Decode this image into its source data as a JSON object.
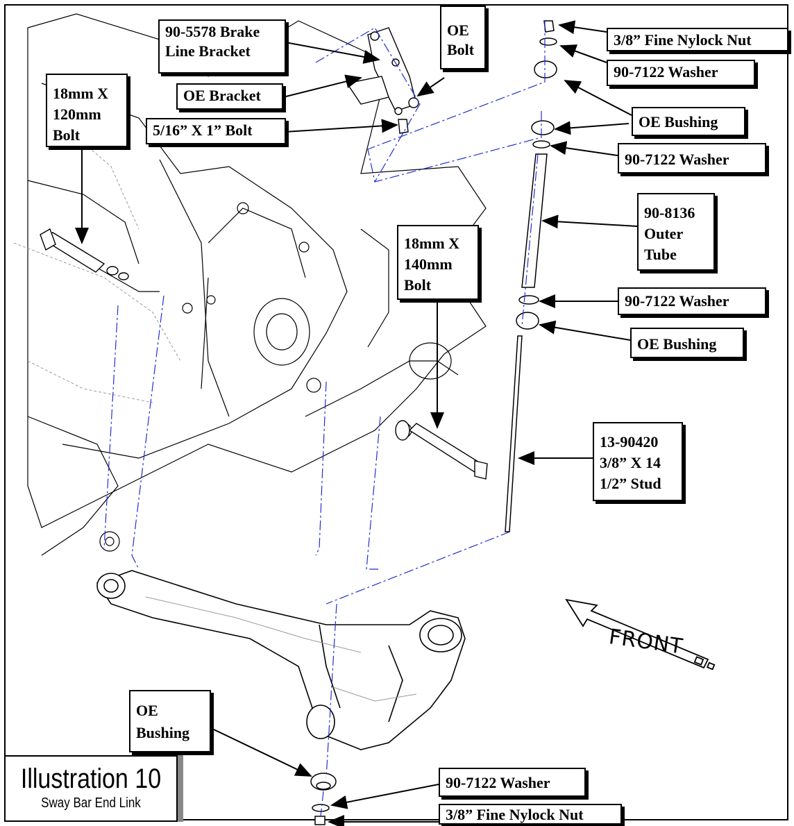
{
  "callouts": {
    "brake_line_bracket": [
      "90-5578 Brake",
      "Line Bracket"
    ],
    "oe_bolt": [
      "OE",
      "Bolt"
    ],
    "nylock_nut_top": "3/8” Fine Nylock Nut",
    "washer_top": "90-7122 Washer",
    "bolt_18x120": [
      "18mm X",
      "120mm",
      "Bolt"
    ],
    "oe_bracket": "OE Bracket",
    "bolt_5_16": "5/16” X 1” Bolt",
    "oe_bushing_top": "OE Bushing",
    "washer_second": "90-7122 Washer",
    "outer_tube": [
      "90-8136",
      "Outer",
      "Tube"
    ],
    "bolt_18x140": [
      "18mm X",
      "140mm",
      "Bolt"
    ],
    "washer_third": "90-7122 Washer",
    "oe_bushing_mid": "OE Bushing",
    "stud": [
      "13-90420",
      "3/8” X 14",
      "1/2” Stud"
    ],
    "oe_bushing_bottom": [
      "OE",
      "Bushing"
    ],
    "washer_bottom": "90-7122 Washer",
    "nylock_nut_bottom": "3/8” Fine Nylock Nut"
  },
  "direction_label": "FRONT",
  "title": {
    "main": "Illustration 10",
    "subtitle": "Sway Bar End Link"
  },
  "colors": {
    "line": "#000000",
    "centerline": "#1f2fd0",
    "sketch": "#9a9a9a"
  }
}
